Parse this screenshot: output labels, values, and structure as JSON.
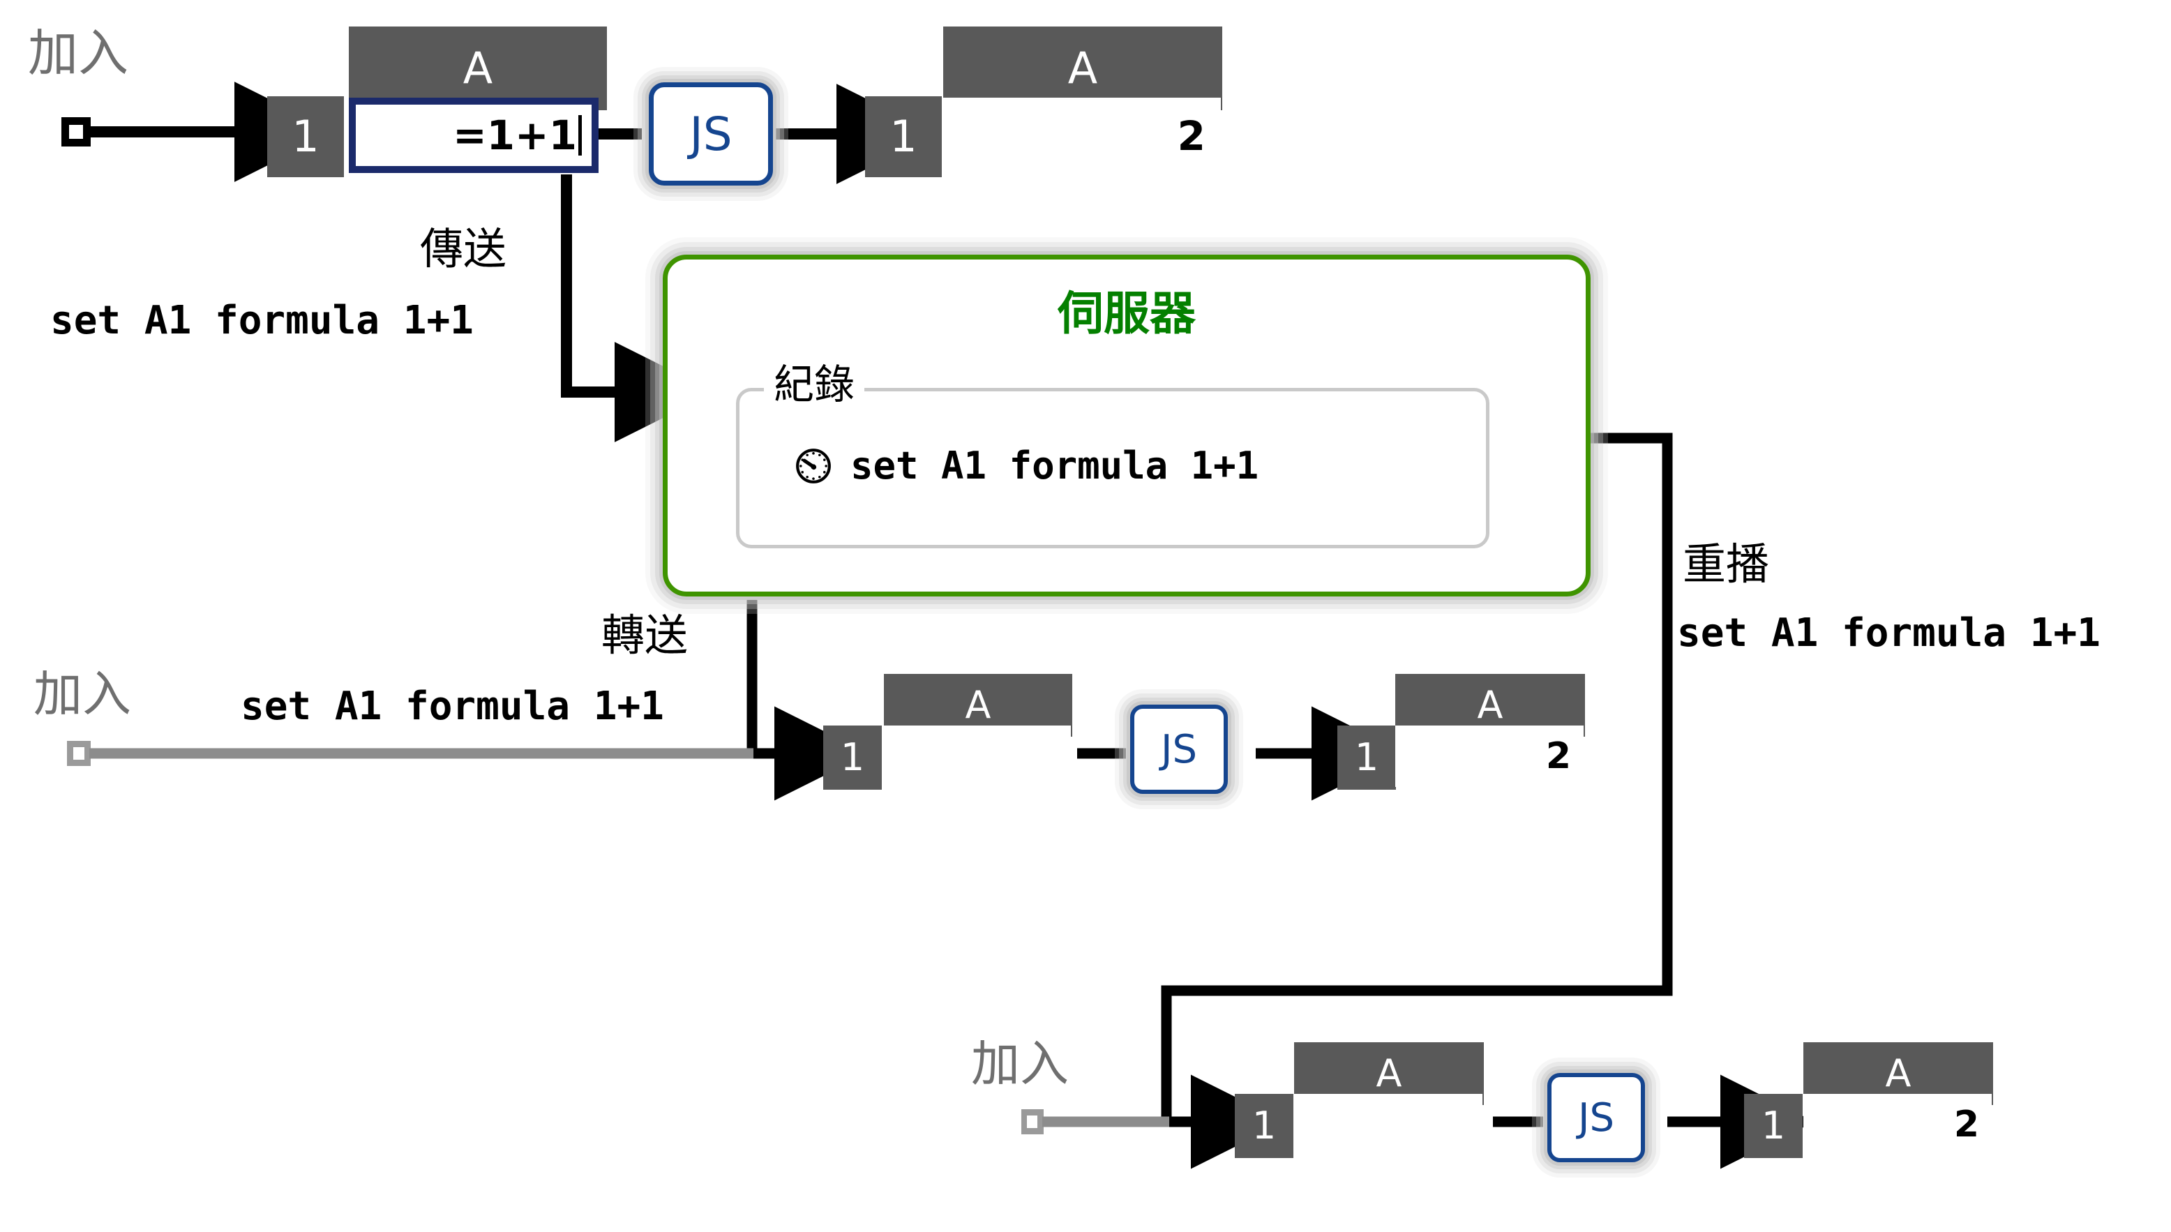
{
  "diagram": {
    "title_server": "伺服器",
    "log_legend": "紀錄",
    "log_entry": "set A1 formula 1+1",
    "clock_icon": "clock-icon"
  },
  "labels": {
    "join": "加入",
    "send": "傳送",
    "forward": "轉送",
    "replay": "重播",
    "command": "set A1 formula 1+1"
  },
  "js_badge": {
    "label": "JS"
  },
  "sheets": {
    "client1_input": {
      "column": "A",
      "row": "1",
      "value": "=1+1",
      "state": "editing"
    },
    "client1_output": {
      "column": "A",
      "row": "1",
      "value": "2",
      "state": "computed"
    },
    "client2_input": {
      "column": "A",
      "row": "1",
      "value": "",
      "state": "empty"
    },
    "client2_output": {
      "column": "A",
      "row": "1",
      "value": "2",
      "state": "computed"
    },
    "client3_input": {
      "column": "A",
      "row": "1",
      "value": "",
      "state": "empty"
    },
    "client3_output": {
      "column": "A",
      "row": "1",
      "value": "2",
      "state": "computed"
    }
  },
  "colors": {
    "header_gray": "#595959",
    "server_green_border": "#3f9400",
    "server_green_text": "#048000",
    "js_blue": "#15458f",
    "cell_active_blue": "#1b2a6b",
    "join_label_gray": "#6f6f6f",
    "log_border_gray": "#c9c9c9",
    "wire_black": "#000000",
    "wire_gray": "#8c8c8c"
  }
}
